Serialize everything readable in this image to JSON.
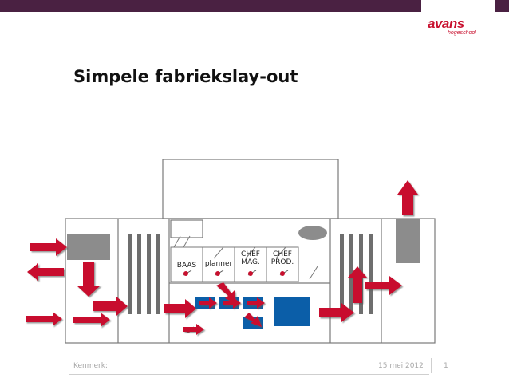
{
  "slide": {
    "title": "Simpele fabriekslay-out",
    "footer_left": "Kenmerk:",
    "footer_date": "15 mei 2012",
    "page_number": "1"
  },
  "logo": {
    "word": "avans",
    "sub": "hogeschool",
    "color": "#c8102e"
  },
  "colors": {
    "header_bar": "#4a2142",
    "arrow": "#c8102e",
    "machine": "#0b5ea8",
    "store": "#8c8c8c"
  },
  "rooms": [
    {
      "id": "baas",
      "label": "BAAS"
    },
    {
      "id": "planner",
      "label": "planner"
    },
    {
      "id": "chef-mag",
      "label": "CHEF\nMAG."
    },
    {
      "id": "chef-prod",
      "label": "CHEF\nPROD."
    }
  ]
}
